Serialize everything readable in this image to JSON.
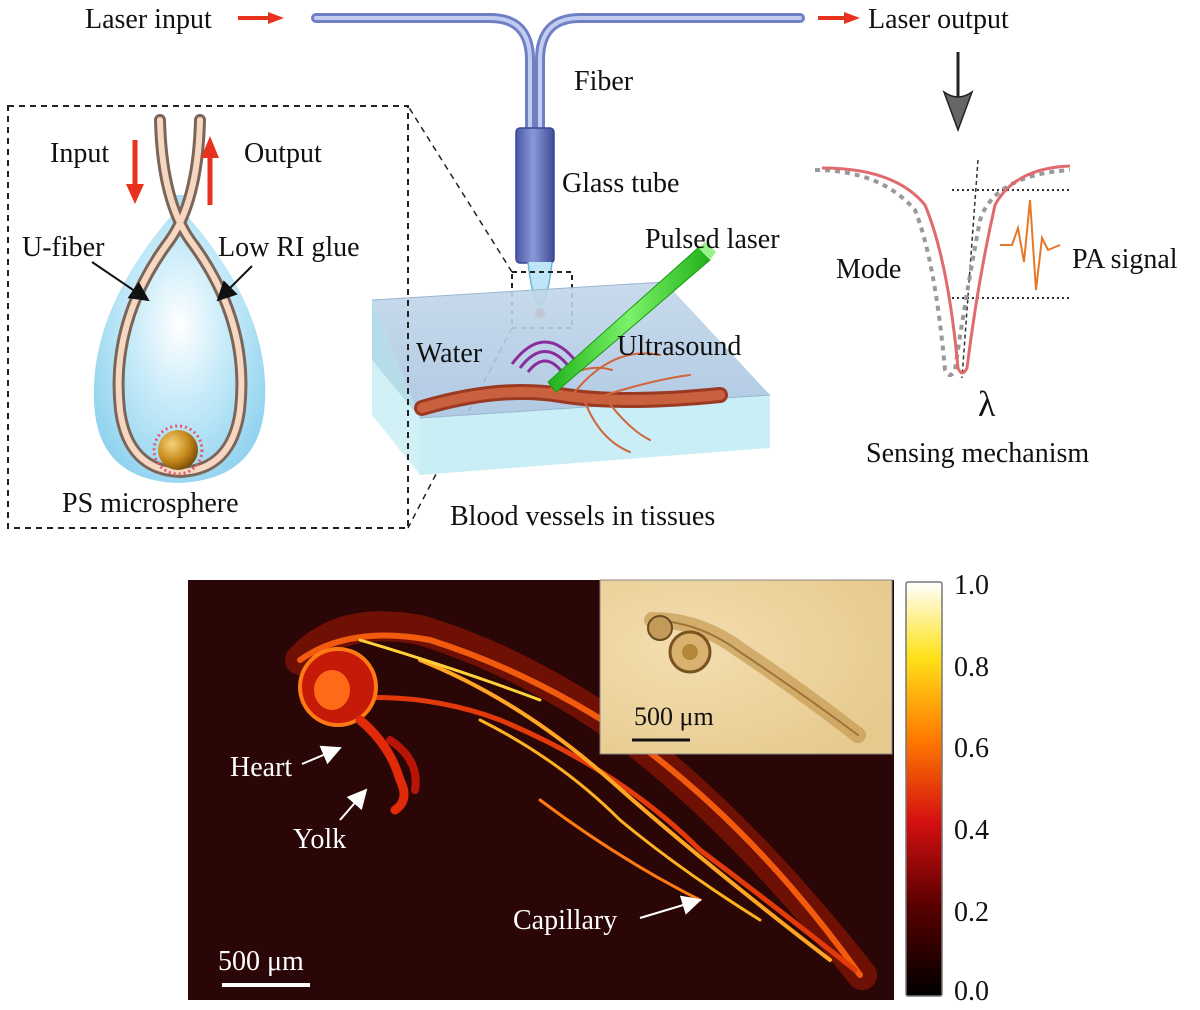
{
  "top_labels": {
    "laser_input": "Laser input",
    "laser_output": "Laser output",
    "fiber": "Fiber",
    "glass_tube": "Glass tube",
    "pulsed_laser": "Pulsed laser",
    "water": "Water",
    "ultrasound": "Ultrasound",
    "blood_vessels": "Blood vessels in tissues"
  },
  "inset": {
    "input": "Input",
    "output": "Output",
    "u_fiber": "U-fiber",
    "low_ri_glue": "Low RI glue",
    "ps_microsphere": "PS microsphere"
  },
  "sensing": {
    "mode": "Mode",
    "pa_signal": "PA signal",
    "lambda": "λ",
    "caption": "Sensing mechanism"
  },
  "image_panel": {
    "heart": "Heart",
    "yolk": "Yolk",
    "capillary": "Capillary",
    "scale_bar": "500 μm",
    "inset_scale_bar": "500 μm"
  },
  "colorbar": {
    "ticks": [
      "1.0",
      "0.8",
      "0.6",
      "0.4",
      "0.2",
      "0.0"
    ]
  },
  "colors": {
    "arrow_red": "#e8321e",
    "fiber_blue": "#8e9fd6",
    "laser_green": "#3ad82a",
    "vessel_red": "#b0482e",
    "heatmap_bg": "#2a0606"
  }
}
